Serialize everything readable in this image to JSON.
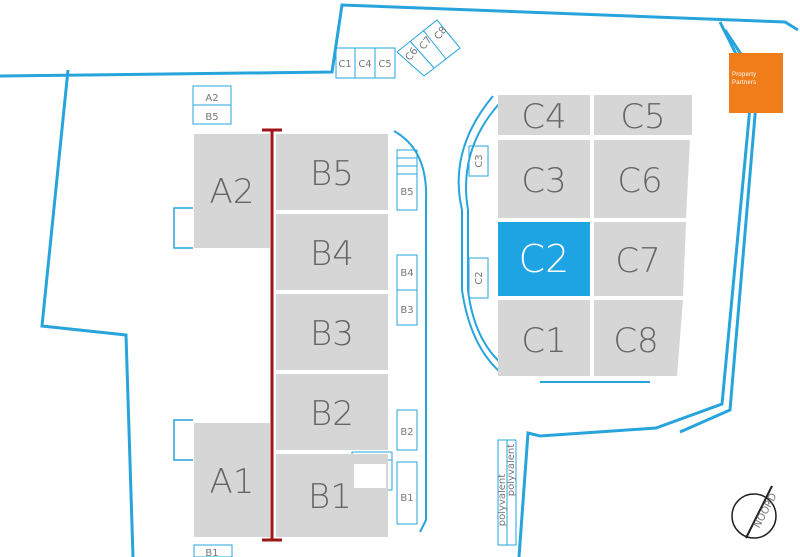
{
  "units": {
    "A1": "A1",
    "A2": "A2",
    "B1": "B1",
    "B2": "B2",
    "B3": "B3",
    "B4": "B4",
    "B5": "B5",
    "C1": "C1",
    "C2": "C2",
    "C3": "C3",
    "C4": "C4",
    "C5": "C5",
    "C6": "C6",
    "C7": "C7",
    "C8": "C8"
  },
  "small_labels": {
    "A2": "A2",
    "B5_top": "B5",
    "C1_top": "C1",
    "C4_top": "C4",
    "C5_top": "C5",
    "C6_diag": "C6",
    "C7_diag": "C7",
    "C8_diag": "C8",
    "B5": "B5",
    "B4": "B4",
    "B3": "B3",
    "B2": "B2",
    "B1": "B1",
    "C3": "C3",
    "C2": "C2",
    "B1_bottom": "B1"
  },
  "polyvalent": [
    "polyvalent",
    "polyvalent"
  ],
  "logo": {
    "line1": "Property",
    "line2": "Partners"
  },
  "compass": "NOORD",
  "colors": {
    "wall": "#27a4dc",
    "unit": "#d6d6d6",
    "selected": "#1ea3e3",
    "corridor": "#a01616",
    "logo": "#f07c1a"
  }
}
